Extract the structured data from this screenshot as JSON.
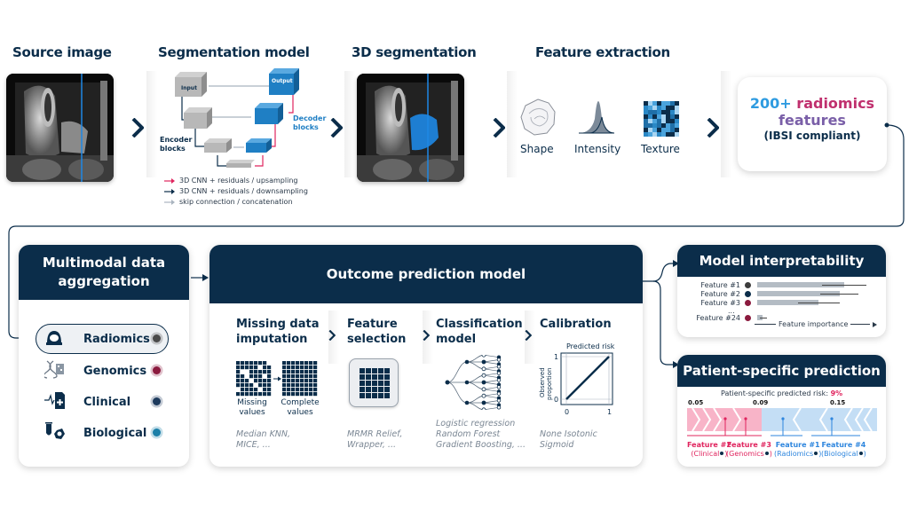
{
  "top_row": {
    "source_image": {
      "title": "Source image"
    },
    "segmentation_model": {
      "title": "Segmentation model",
      "blocks": {
        "input": "Input",
        "output": "Output",
        "encoder": "Encoder blocks",
        "decoder": "Decoder blocks"
      },
      "legend": [
        {
          "label": "3D CNN + residuals / upsampling",
          "color": "#e0245e"
        },
        {
          "label": "3D CNN + residuals / downsampling",
          "color": "#0b2d4a"
        },
        {
          "label": "skip connection / concatenation",
          "color": "#a9b4bf"
        }
      ]
    },
    "segmentation_3d": {
      "title": "3D segmentation"
    },
    "feature_extraction": {
      "title": "Feature extraction",
      "features": [
        {
          "label": "Shape",
          "icon": "shape-icon"
        },
        {
          "label": "Intensity",
          "icon": "intensity-icon"
        },
        {
          "label": "Texture",
          "icon": "texture-icon"
        }
      ]
    },
    "radiomics_box": {
      "line1_a": "200+",
      "line1_b": "radiomics",
      "line2": "features",
      "line3": "(IBSI compliant)"
    }
  },
  "aggregation": {
    "title_line1": "Multimodal data",
    "title_line2": "aggregation",
    "items": [
      {
        "label": "Radiomics",
        "icon": "ct-scanner-icon",
        "dot_color": "#4a4a4a",
        "selected": true
      },
      {
        "label": "Genomics",
        "icon": "dna-icon",
        "dot_color": "#8b1a3e",
        "selected": false
      },
      {
        "label": "Clinical",
        "icon": "clinical-record-icon",
        "dot_color": "#1d3a5c",
        "selected": false
      },
      {
        "label": "Biological",
        "icon": "test-tube-icon",
        "dot_color": "#1b7fa8",
        "selected": false
      }
    ]
  },
  "outcome_model": {
    "title": "Outcome prediction model",
    "steps": [
      {
        "title_line1": "Missing data",
        "title_line2": "imputation",
        "desc_line1": "Median KNN,",
        "desc_line2": "MICE, ...",
        "desc_line3": "",
        "caption_a_1": "Missing",
        "caption_a_2": "values",
        "caption_b_1": "Complete",
        "caption_b_2": "values"
      },
      {
        "title_line1": "Feature",
        "title_line2": "selection",
        "desc_line1": "MRMR Relief,",
        "desc_line2": "Wrapper, ...",
        "desc_line3": ""
      },
      {
        "title_line1": "Classification",
        "title_line2": "model",
        "desc_line1": "Logistic regression",
        "desc_line2": "Random Forest",
        "desc_line3": "Gradient Boosting, ..."
      },
      {
        "title_line1": "Calibration",
        "title_line2": "",
        "desc_line1": "None Isotonic",
        "desc_line2": "Sigmoid",
        "desc_line3": "",
        "plot": {
          "title": "Predicted risk",
          "ylabel_1": "Observed",
          "ylabel_2": "proportion",
          "x_ticks": [
            "0",
            "1"
          ],
          "y_ticks": [
            "0",
            "1"
          ]
        }
      }
    ]
  },
  "interpretability": {
    "title": "Model interpretability",
    "axis_label": "Feature importance",
    "ellipsis": "...",
    "features": [
      {
        "label": "Feature #1",
        "dot_color": "#3d3d3d",
        "importance": 0.78,
        "err_low": 0.58,
        "err_high": 0.98
      },
      {
        "label": "Feature #2",
        "dot_color": "#0b2d4a",
        "importance": 0.74,
        "err_low": 0.57,
        "err_high": 0.91
      },
      {
        "label": "Feature #3",
        "dot_color": "#8b1a3e",
        "importance": 0.55,
        "err_low": 0.37,
        "err_high": 0.74
      },
      {
        "label": "Feature #24",
        "dot_color": "#8b1a3e",
        "importance": 0.05,
        "err_low": 0.02,
        "err_high": 0.09
      }
    ]
  },
  "patient_prediction": {
    "title": "Patient-specific prediction",
    "risk_label": "Patient-specific predicted risk:",
    "risk_value": "9%",
    "ticks": [
      "0.05",
      "0.09",
      "0.15"
    ],
    "contributions": [
      {
        "feature": "Feature #2",
        "source": "(Clinical",
        "direction": "increase",
        "color": "#e0245e"
      },
      {
        "feature": "Feature #3",
        "source": "(Genomics",
        "direction": "increase",
        "color": "#e0245e"
      },
      {
        "feature": "Feature #1",
        "source": "(Radiomics",
        "direction": "decrease",
        "color": "#2e86de"
      },
      {
        "feature": "Feature #4",
        "source": "(Biological",
        "direction": "decrease",
        "color": "#2e86de"
      }
    ]
  },
  "colors": {
    "navy": "#0b2d4a",
    "pink": "#e0245e",
    "blue": "#2e86de",
    "light_pink": "#f8b4c8",
    "light_blue": "#c4def5"
  }
}
